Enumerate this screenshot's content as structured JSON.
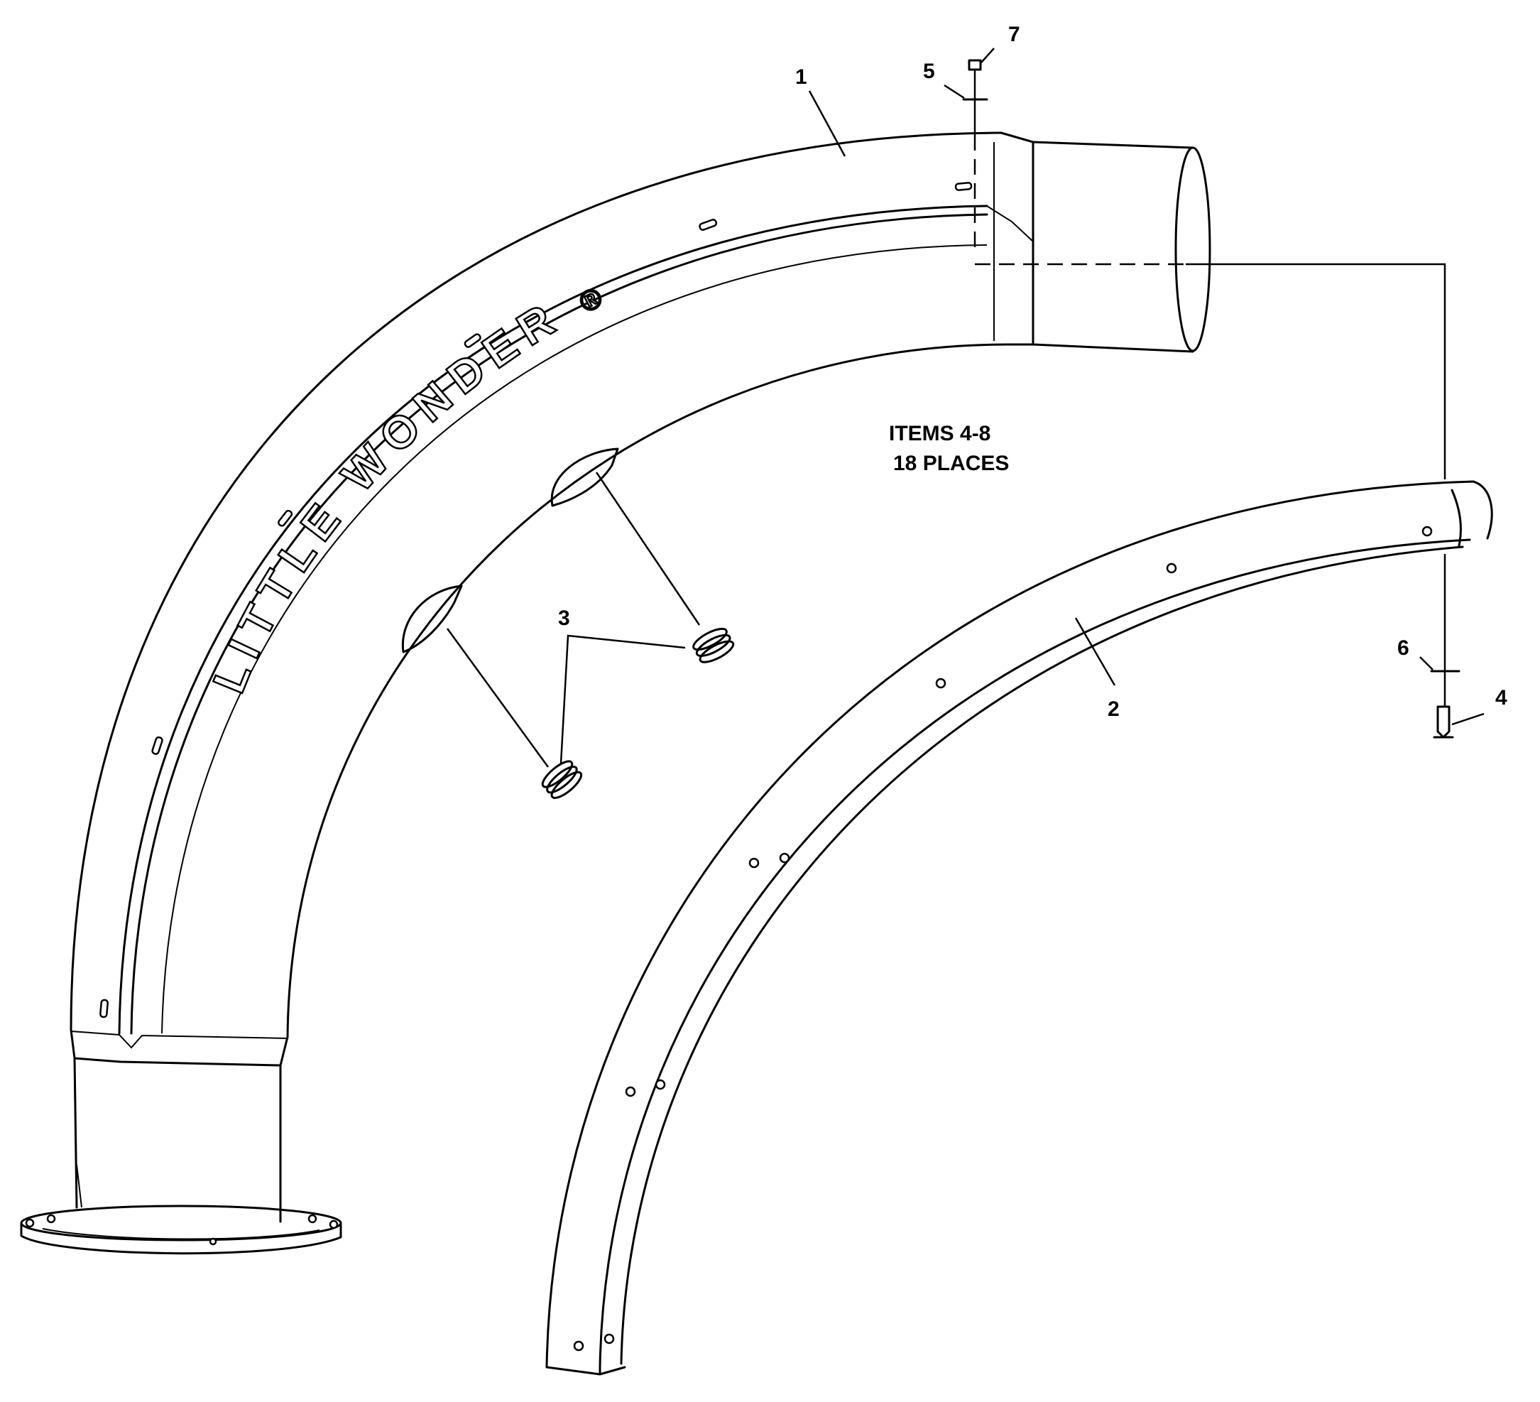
{
  "callouts": {
    "c1": "1",
    "c2": "2",
    "c3": "3",
    "c4": "4",
    "c5": "5",
    "c6": "6",
    "c7": "7"
  },
  "note": {
    "line1": "ITEMS 4-8",
    "line2": "18 PLACES"
  },
  "logo": {
    "text": "LITTLE WONDER",
    "mark": "®"
  }
}
